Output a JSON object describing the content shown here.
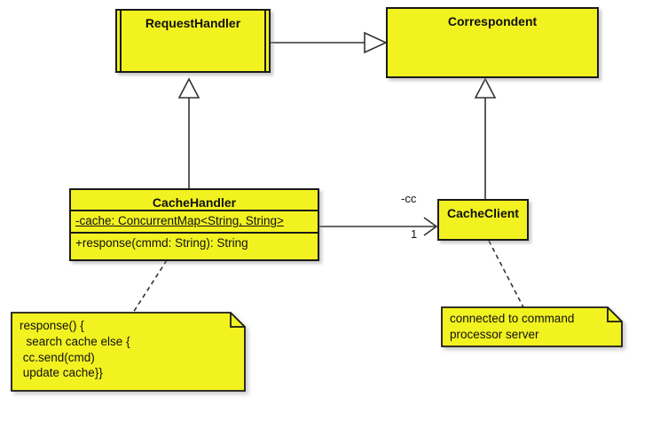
{
  "diagram": {
    "type": "uml-class-diagram",
    "background": "#ffffff",
    "fill_color": "#F2F221",
    "stroke_color": "#1a1a1a"
  },
  "classes": {
    "request_handler": {
      "name": "RequestHandler",
      "stereotype": "active-class"
    },
    "correspondent": {
      "name": "Correspondent"
    },
    "cache_handler": {
      "name": "CacheHandler",
      "attribute": "-cache: ConcurrentMap<String, String>",
      "operation": "+response(cmmd: String): String"
    },
    "cache_client": {
      "name": "CacheClient"
    }
  },
  "relationships": {
    "request_handler_to_correspondent": {
      "kind": "generalization",
      "label": ""
    },
    "cache_handler_to_request_handler": {
      "kind": "generalization",
      "label": ""
    },
    "cache_client_to_correspondent": {
      "kind": "generalization",
      "label": ""
    },
    "cache_handler_to_cache_client": {
      "kind": "association",
      "role": "-cc",
      "multiplicity": "1"
    }
  },
  "notes": {
    "response_note": {
      "text": "response() {\n  search cache else {\n cc.send(cmd)\n update cache}}"
    },
    "cache_client_note": {
      "text": "connected to command\nprocessor server"
    }
  }
}
